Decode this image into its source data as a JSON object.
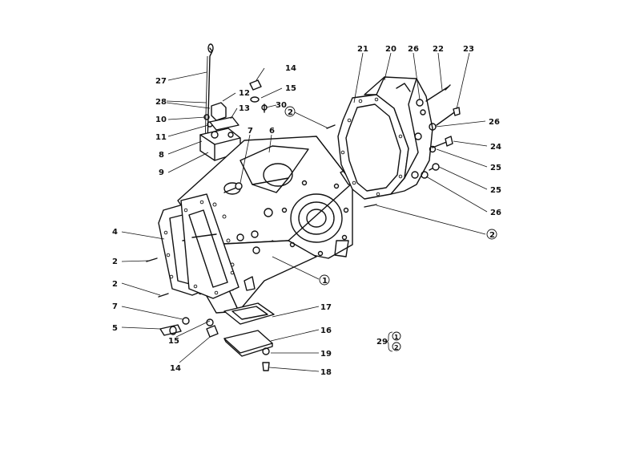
{
  "labels": {
    "l27": "27",
    "l14a": "14",
    "l15a": "15",
    "l28": "28",
    "l12": "12",
    "l13": "13",
    "l30": "30",
    "l2a": "2",
    "l10": "10",
    "l11": "11",
    "l8": "8",
    "l9": "9",
    "l7a": "7",
    "l6": "6",
    "l4": "4",
    "l2b": "2",
    "l2c": "2",
    "l7b": "7",
    "l5": "5",
    "l15b": "15",
    "l14b": "14",
    "l1": "1",
    "l17": "17",
    "l16": "16",
    "l19": "19",
    "l18": "18",
    "l21": "21",
    "l20": "20",
    "l26a": "26",
    "l22": "22",
    "l23": "23",
    "l26b": "26",
    "l24": "24",
    "l25a": "25",
    "l25b": "25",
    "l26c": "26",
    "l2d": "2",
    "l29": "29",
    "l29_1": "1",
    "l29_2": "2"
  },
  "colors": {
    "line": "#111111",
    "background": "#ffffff"
  }
}
